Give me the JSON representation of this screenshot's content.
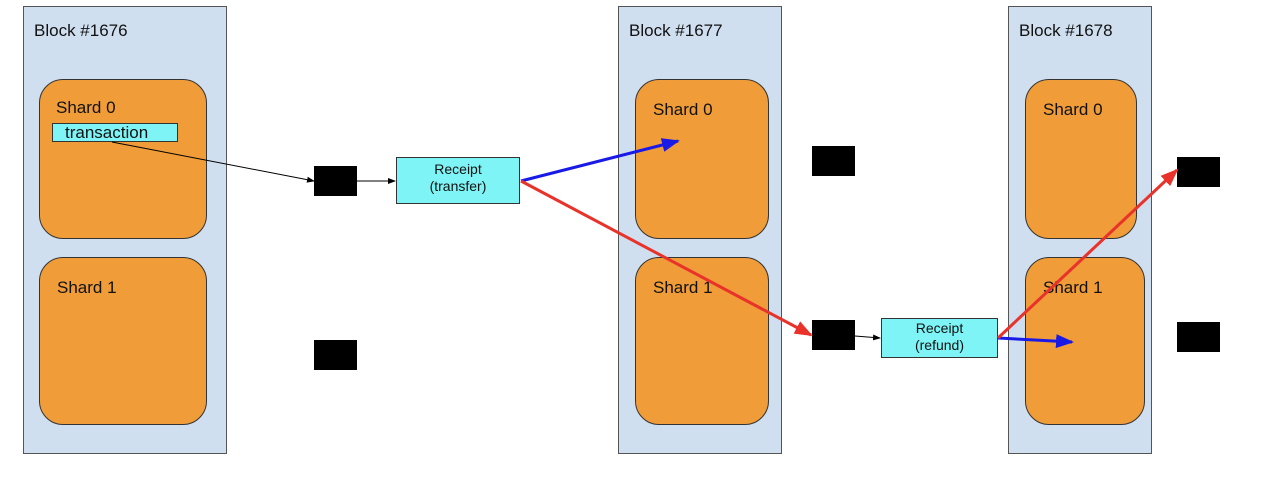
{
  "blocks": [
    {
      "title": "Block #1676",
      "shards": [
        "Shard 0",
        "Shard 1"
      ]
    },
    {
      "title": "Block #1677",
      "shards": [
        "Shard 0",
        "Shard 1"
      ]
    },
    {
      "title": "Block #1678",
      "shards": [
        "Shard 0",
        "Shard 1"
      ]
    }
  ],
  "transaction": {
    "label": "transaction"
  },
  "receipts": [
    {
      "line1": "Receipt",
      "line2": "(transfer)"
    },
    {
      "line1": "Receipt",
      "line2": "(refund)"
    }
  ],
  "colors": {
    "block_bg": "#d0dff0",
    "shard_bg": "#f09c38",
    "receipt_bg": "#7ef4f6",
    "arrow_blue": "#1a1ae6",
    "arrow_red": "#e8322a",
    "arrow_black": "#000000"
  }
}
